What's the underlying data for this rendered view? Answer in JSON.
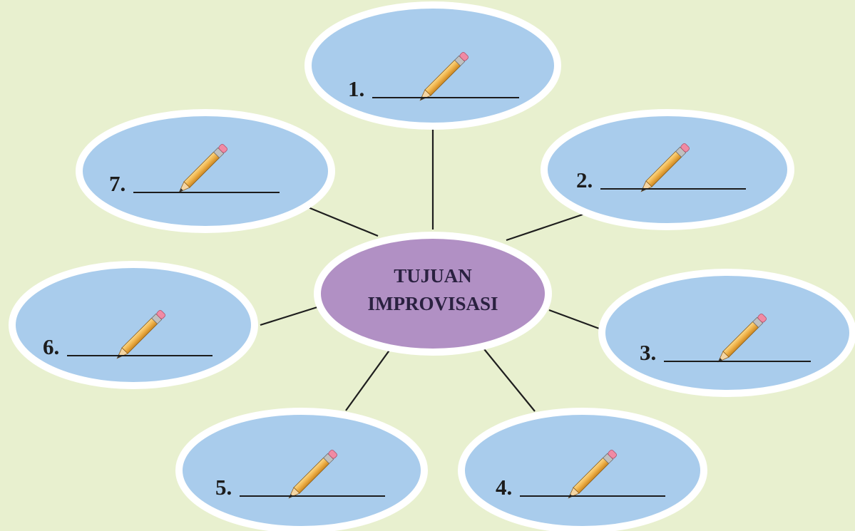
{
  "center": {
    "line1": "TUJUAN",
    "line2": "IMPROVISASI"
  },
  "bubbles": [
    {
      "number": "1."
    },
    {
      "number": "2."
    },
    {
      "number": "3."
    },
    {
      "number": "4."
    },
    {
      "number": "5."
    },
    {
      "number": "6."
    },
    {
      "number": "7."
    }
  ],
  "icons": {
    "bubble_icon": "pencil-icon"
  },
  "colors": {
    "background": "#e8f0cf",
    "bubble_fill": "#a9ccec",
    "bubble_stroke": "#ffffff",
    "center_fill": "#b190c4",
    "connector": "#1e1e1e",
    "text": "#1c1c1c"
  }
}
